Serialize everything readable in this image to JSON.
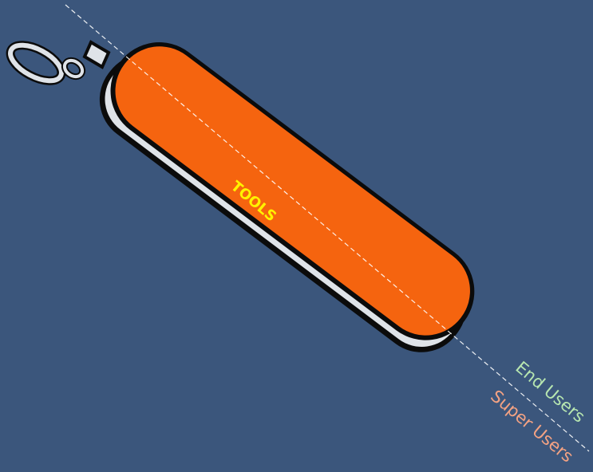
{
  "diagram": {
    "center_label": "TOOLS",
    "divider_labels": {
      "upper": "End Users",
      "lower": "Super Users"
    }
  },
  "colors": {
    "background": "#3b567c",
    "knife_body": "#f5640f",
    "outline": "#0b0b0b",
    "metal": "#dfe3e8",
    "center_label": "#fff200",
    "end_users_label": "#b7e6b0",
    "super_users_label": "#f3a283",
    "divider_line": "#ffffff"
  }
}
